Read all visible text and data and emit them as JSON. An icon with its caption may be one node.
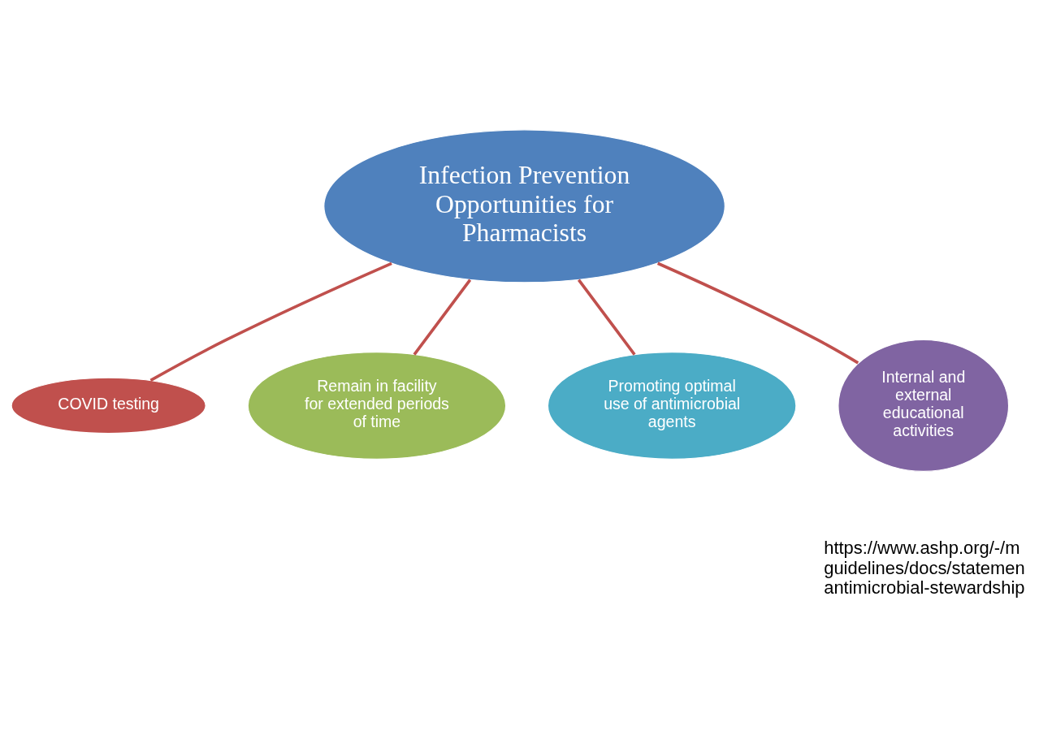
{
  "diagram": {
    "nodes": [
      {
        "text": [
          "Infection Prevention Opportunities for Pharmacists"
        ]
      },
      {
        "text": [
          "COVID testing"
        ]
      },
      {
        "text": [
          "Remain in facility for extended periods of time"
        ]
      },
      {
        "text": [
          "Promoting optimal use of antimicrobial agents"
        ]
      },
      {
        "text": [
          "Internal and external educational activities"
        ]
      }
    ],
    "edges": [
      {
        "from": 0,
        "to": 1,
        "arrow": "none"
      },
      {
        "from": 0,
        "to": 2,
        "arrow": "none"
      },
      {
        "from": 0,
        "to": 3,
        "arrow": "none"
      },
      {
        "from": 0,
        "to": 4,
        "arrow": "none"
      }
    ],
    "labels": [
      "https://www.ashp.org/-/m guidelines/docs/statemen antimicrobial-stewardship"
    ]
  }
}
